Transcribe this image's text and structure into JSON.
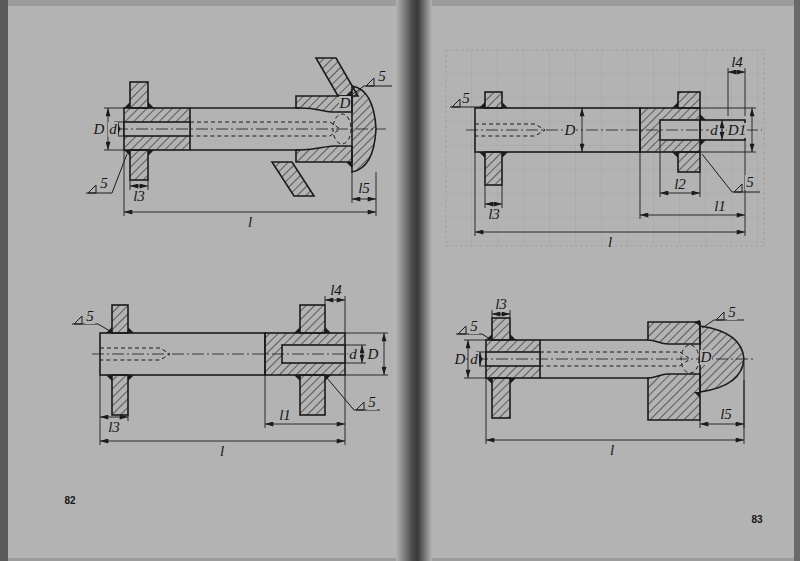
{
  "diagram": {
    "labels": [
      "D",
      "d",
      "5",
      "5",
      "D",
      "l3",
      "l5",
      "l",
      "5",
      "l4",
      "d",
      "D1",
      "D",
      "5",
      "l2",
      "l1",
      "l3",
      "l",
      "5",
      "l4",
      "d",
      "D",
      "5",
      "l3",
      "l1",
      "l",
      "l3",
      "5",
      "D",
      "d",
      "D",
      "5",
      "l5",
      "l",
      "82",
      "83"
    ]
  }
}
